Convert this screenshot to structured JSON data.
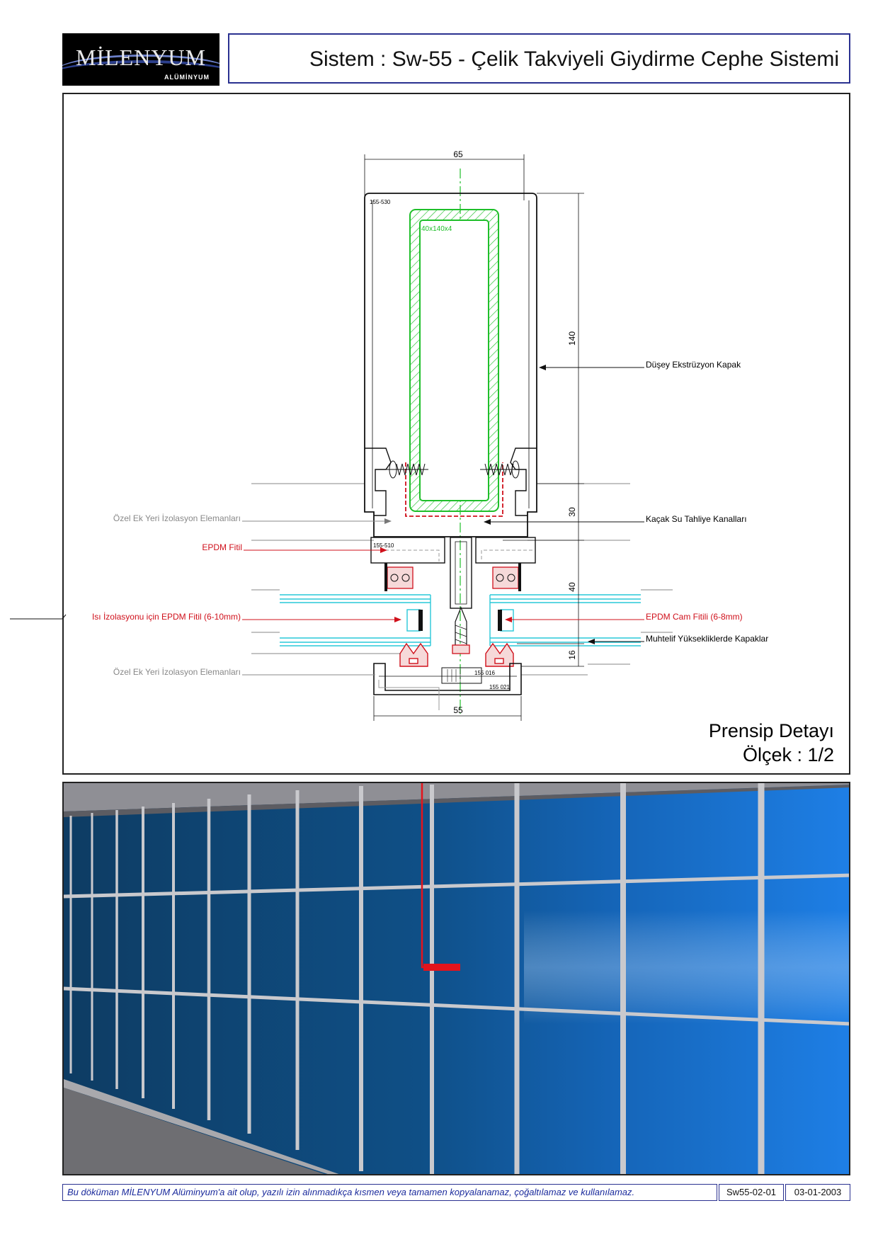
{
  "logo": {
    "name": "MİLENYUM",
    "sub": "ALÜMİNYUM"
  },
  "header": {
    "title": "Sistem : Sw-55 - Çelik Takviyeli Giydirme Cephe Sistemi"
  },
  "drawing": {
    "dimensions": {
      "top_width": "65",
      "height_140": "140",
      "gap_30": "30",
      "glass_40": "40",
      "cap_16": "16",
      "bottom_width": "55"
    },
    "part_codes": {
      "mullion": "155-530",
      "steel": "40x140x4",
      "pressure_plate": "155-510",
      "cap_a": "155 016",
      "cap_b": "155 021"
    },
    "labels_left": [
      "Özel Ek Yeri İzolasyon Elemanları",
      "EPDM Fitil",
      "Isı İzolasyonu için EPDM Fitil (6-10mm)",
      "Özel Ek Yeri İzolasyon Elemanları"
    ],
    "labels_right": [
      "Düşey Ekstrüzyon Kapak",
      "Kaçak Su Tahliye Kanalları",
      "EPDM Cam Fitili (6-8mm)",
      "Muhtelif Yüksekliklerde Kapaklar"
    ],
    "caption_title": "Prensip Detayı",
    "caption_scale": "Ölçek : 1/2"
  },
  "colors": {
    "brand_blue": "#2a3190",
    "red_label": "#d0101b",
    "steel_green": "#1fbf2a",
    "glass_cyan": "#28c8d8"
  },
  "footer": {
    "prefix": "Bu döküman ",
    "brand": "MİLENYUM",
    "brand_tail": " Alüminyum'a",
    "rest": " ait olup, yazılı izin alınmadıkça kısmen veya tamamen kopyalanamaz, çoğaltılamaz ve kullanılamaz.",
    "code": "Sw55-02-01",
    "date": "03-01-2003"
  }
}
